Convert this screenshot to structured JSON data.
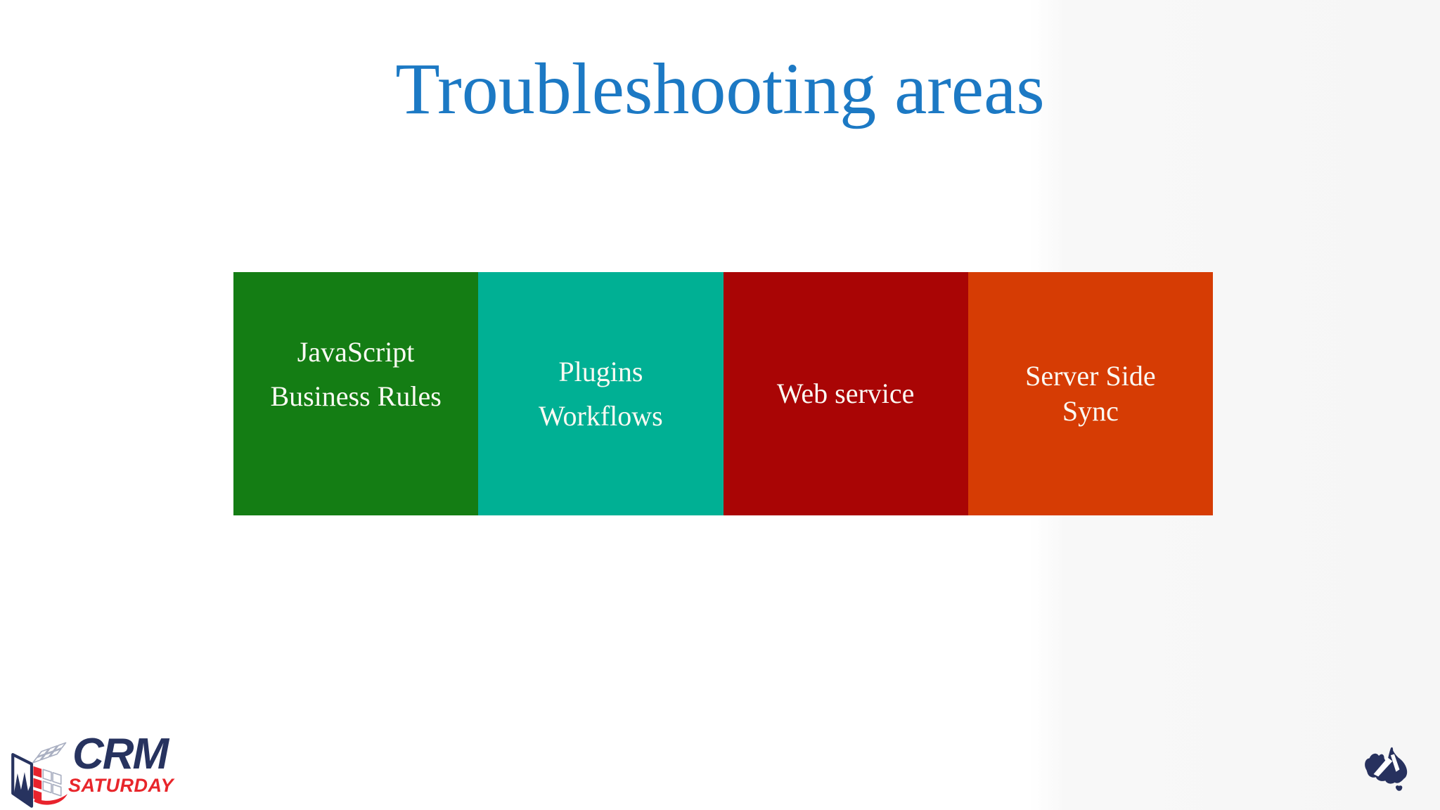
{
  "slide": {
    "title": "Troubleshooting areas",
    "title_color": "#1c79c4",
    "background_color": "#ffffff"
  },
  "areas": [
    {
      "paragraphs": [
        "JavaScript",
        "Business Rules"
      ],
      "color": "#147d14"
    },
    {
      "paragraphs": [
        "Plugins",
        "Workflows"
      ],
      "color": "#00b094"
    },
    {
      "paragraphs": [
        "Web service"
      ],
      "color": "#a90505"
    },
    {
      "paragraphs": [
        "Server Side Sync"
      ],
      "color": "#d63c04"
    }
  ],
  "branding": {
    "crm_logo": {
      "icon": "rubiks-cube-icon",
      "title": "CRM",
      "subtitle": "SATURDAY",
      "title_color": "#27335f",
      "subtitle_color": "#e8262b"
    },
    "australia_logo": {
      "icon": "australia-map-icon",
      "color": "#27315e"
    }
  }
}
